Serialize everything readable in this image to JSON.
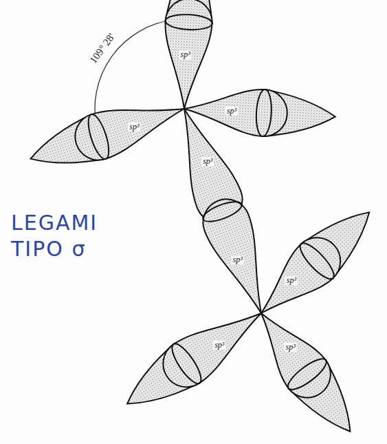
{
  "diagram": {
    "nodes": [
      {
        "text": [
          "sp³"
        ]
      },
      {
        "text": [
          "sp³"
        ]
      },
      {
        "text": [
          "sp³"
        ]
      },
      {
        "text": [
          "sp³"
        ]
      },
      {
        "text": [
          "sp³"
        ]
      },
      {
        "text": [
          "sp³"
        ]
      },
      {
        "text": [
          "sp³"
        ]
      },
      {
        "text": [
          "sp³"
        ]
      }
    ],
    "labels": [
      "109° 28'",
      "LEGAMI TIPO σ"
    ]
  }
}
